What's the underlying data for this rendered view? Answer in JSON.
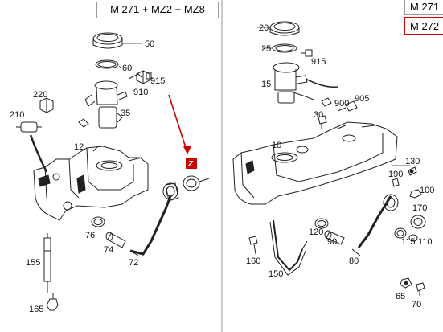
{
  "headers": {
    "left": "M 271 + MZ2 + MZ8",
    "right_top": "M 271",
    "right_bottom": "M 272"
  },
  "accent_color": "#cc0000",
  "line_color": "#222222",
  "callouts_left": {
    "c50": "50",
    "c60": "60",
    "c915": "915",
    "c910": "910",
    "c220": "220",
    "c210": "210",
    "c35": "35",
    "c12": "12",
    "c76": "76",
    "c74": "74",
    "c72": "72",
    "c155": "155",
    "c165": "165"
  },
  "callouts_right": {
    "c20": "20",
    "c25": "25",
    "c915": "915",
    "c15": "15",
    "c900": "900",
    "c905": "905",
    "c30": "30",
    "c10": "10",
    "c130": "130",
    "c190": "190",
    "c100": "100",
    "c170": "170",
    "c120": "120",
    "c90": "90",
    "c160": "160",
    "c80": "80",
    "c115": "115",
    "c110": "110",
    "c150": "150",
    "c65": "65",
    "c70": "70"
  },
  "marker_label": "Z"
}
